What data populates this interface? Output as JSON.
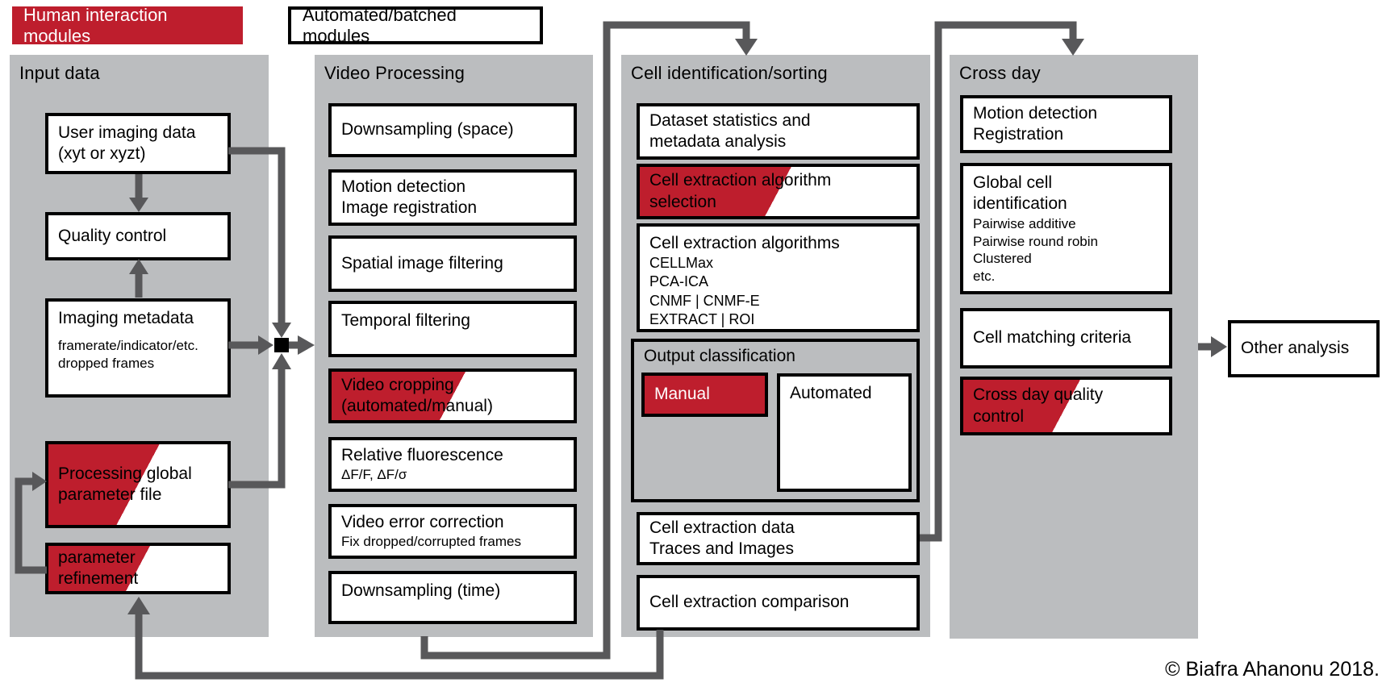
{
  "legend": {
    "human_modules": "Human interaction modules",
    "automated_modules": "Automated/batched modules"
  },
  "colors": {
    "red": "#BE1E2D",
    "panel_gray": "#BBBDBF",
    "line_gray": "#58585A"
  },
  "input_data": {
    "title": "Input data",
    "user_imaging": {
      "line1": "User imaging data",
      "line2": "(xyt or xyzt)"
    },
    "quality_control": {
      "label": "Quality control"
    },
    "imaging_metadata": {
      "title": "Imaging metadata",
      "sub1": "framerate/indicator/etc.",
      "sub2": "dropped frames"
    },
    "processing_global": {
      "line1": "Processing global",
      "line2": "parameter file"
    },
    "parameter_refinement": {
      "line1": "parameter",
      "line2": "refinement"
    }
  },
  "video_processing": {
    "title": "Video Processing",
    "downsampling_space": "Downsampling  (space)",
    "motion_detection": {
      "line1": "Motion detection",
      "line2": "Image registration"
    },
    "spatial_filtering": "Spatial image  filtering",
    "temporal_filtering": "Temporal filtering",
    "video_cropping": {
      "line1": "Video cropping",
      "line2": "(automated/manual)"
    },
    "relative_fluorescence": {
      "title": "Relative fluorescence",
      "sub": "ΔF/F, ΔF/σ"
    },
    "video_error": {
      "title": "Video error correction",
      "sub": "Fix dropped/corrupted frames"
    },
    "downsampling_time": "Downsampling  (time)"
  },
  "cell_identification": {
    "title": "Cell identification/sorting",
    "dataset_stats": {
      "line1": "Dataset statistics and",
      "line2": "metadata analysis"
    },
    "algorithm_selection": {
      "line1": "Cell extraction algorithm",
      "line2": "selection"
    },
    "algorithms": {
      "title": "Cell extraction algorithms",
      "items": [
        "CELLMax",
        "PCA-ICA",
        "CNMF | CNMF-E",
        "EXTRACT | ROI"
      ]
    },
    "output_classification": {
      "title": "Output classification",
      "manual": "Manual",
      "automated": "Automated"
    },
    "extraction_data": {
      "line1": "Cell extraction data",
      "line2": "Traces and Images"
    },
    "extraction_comparison": "Cell extraction comparison"
  },
  "cross_day": {
    "title": "Cross day",
    "motion_registration": {
      "line1": "Motion detection",
      "line2": "Registration"
    },
    "global_cell": {
      "line1": "Global cell",
      "line2": "identification",
      "items": [
        "Pairwise additive",
        "Pairwise round robin",
        "Clustered",
        "etc."
      ]
    },
    "matching_criteria": "Cell matching criteria",
    "quality_control": {
      "line1": "Cross day quality",
      "line2": "control"
    }
  },
  "other_analysis": "Other analysis",
  "credit": "© Biafra Ahanonu 2018."
}
